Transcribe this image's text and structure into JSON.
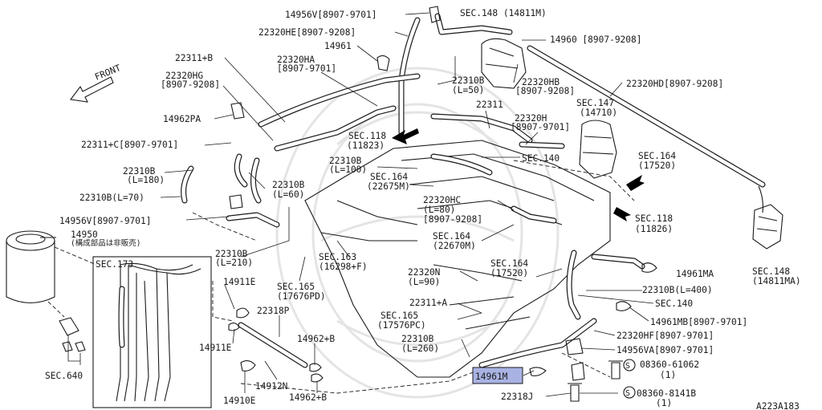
{
  "front_label": "FRONT",
  "watermark_code": "A223A183",
  "highlight_label": "14961M",
  "labels": {
    "l01": "14956V[8907-9701]",
    "l02": "SEC.148 (14811M)",
    "l03": "22320HE[8907-9208]",
    "l04": "14961",
    "l05": "14960 [8907-9208]",
    "l06": "22311+B",
    "l07": "22320HA",
    "l08": "[8907-9701]",
    "l09": "22320HG",
    "l10": "[8907-9208]",
    "l11": "22310B",
    "l12": "(L=50)",
    "l13": "22320HB",
    "l14": "[8907-9208]",
    "l15": "22320HD[8907-9208]",
    "l16": "14962PA",
    "l17": "22311",
    "l18": "SEC.147",
    "l19": "(14710)",
    "l20": "22320H",
    "l21": "[8907-9701]",
    "l22": "SEC.118",
    "l23": "(11823)",
    "l24": "22311+C[8907-9701]",
    "l25": "SEC.140",
    "l26": "SEC.164",
    "l27": "(17520)",
    "l28": "22310B",
    "l29": "(L=100)",
    "l30": "22310B",
    "l31": "(L=180)",
    "l32": "SEC.164",
    "l33": "(22675M)",
    "l34": "22310B",
    "l35": "(L=60)",
    "l36": "22310B(L=70)",
    "l37": "22320HC",
    "l38": "(L=80)",
    "l39": "[8907-9208]",
    "l40": "SEC.118",
    "l41": "(11826)",
    "l42": "14956V[8907-9701]",
    "l43": "14950",
    "l44": "(構成部品は非販売)",
    "l45": "SEC.164",
    "l46": "(22670M)",
    "l47": "22310B",
    "l48": "(L=210)",
    "l49": "SEC.163",
    "l50": "(16298+F)",
    "l51": "SEC.148",
    "l52": "(14811MA)",
    "l53": "SEC.173",
    "l54": "SEC.164",
    "l55": "(17520)",
    "l56": "14961MA",
    "l57": "22320N",
    "l58": "(L=90)",
    "l59": "14911E",
    "l60": "SEC.165",
    "l61": "(17676PD)",
    "l62": "22310B(L=400)",
    "l63": "22311+A",
    "l64": "SEC.140",
    "l65": "22318P",
    "l66": "SEC.165",
    "l67": "(17576PC)",
    "l68": "14961MB[8907-9701]",
    "l69": "14911E",
    "l70": "22310B",
    "l71": "(L=260)",
    "l72": "22320HF[8907-9701]",
    "l73": "14962+B",
    "l74": "14956VA[8907-9701]",
    "l75": "SEC.640",
    "l76": "08360-61062",
    "l77": "(1)",
    "l78": "14912N",
    "l79": "22318J",
    "l80": "08360-8141B",
    "l81": "(1)",
    "l82": "14910E",
    "l83": "14962+B"
  }
}
